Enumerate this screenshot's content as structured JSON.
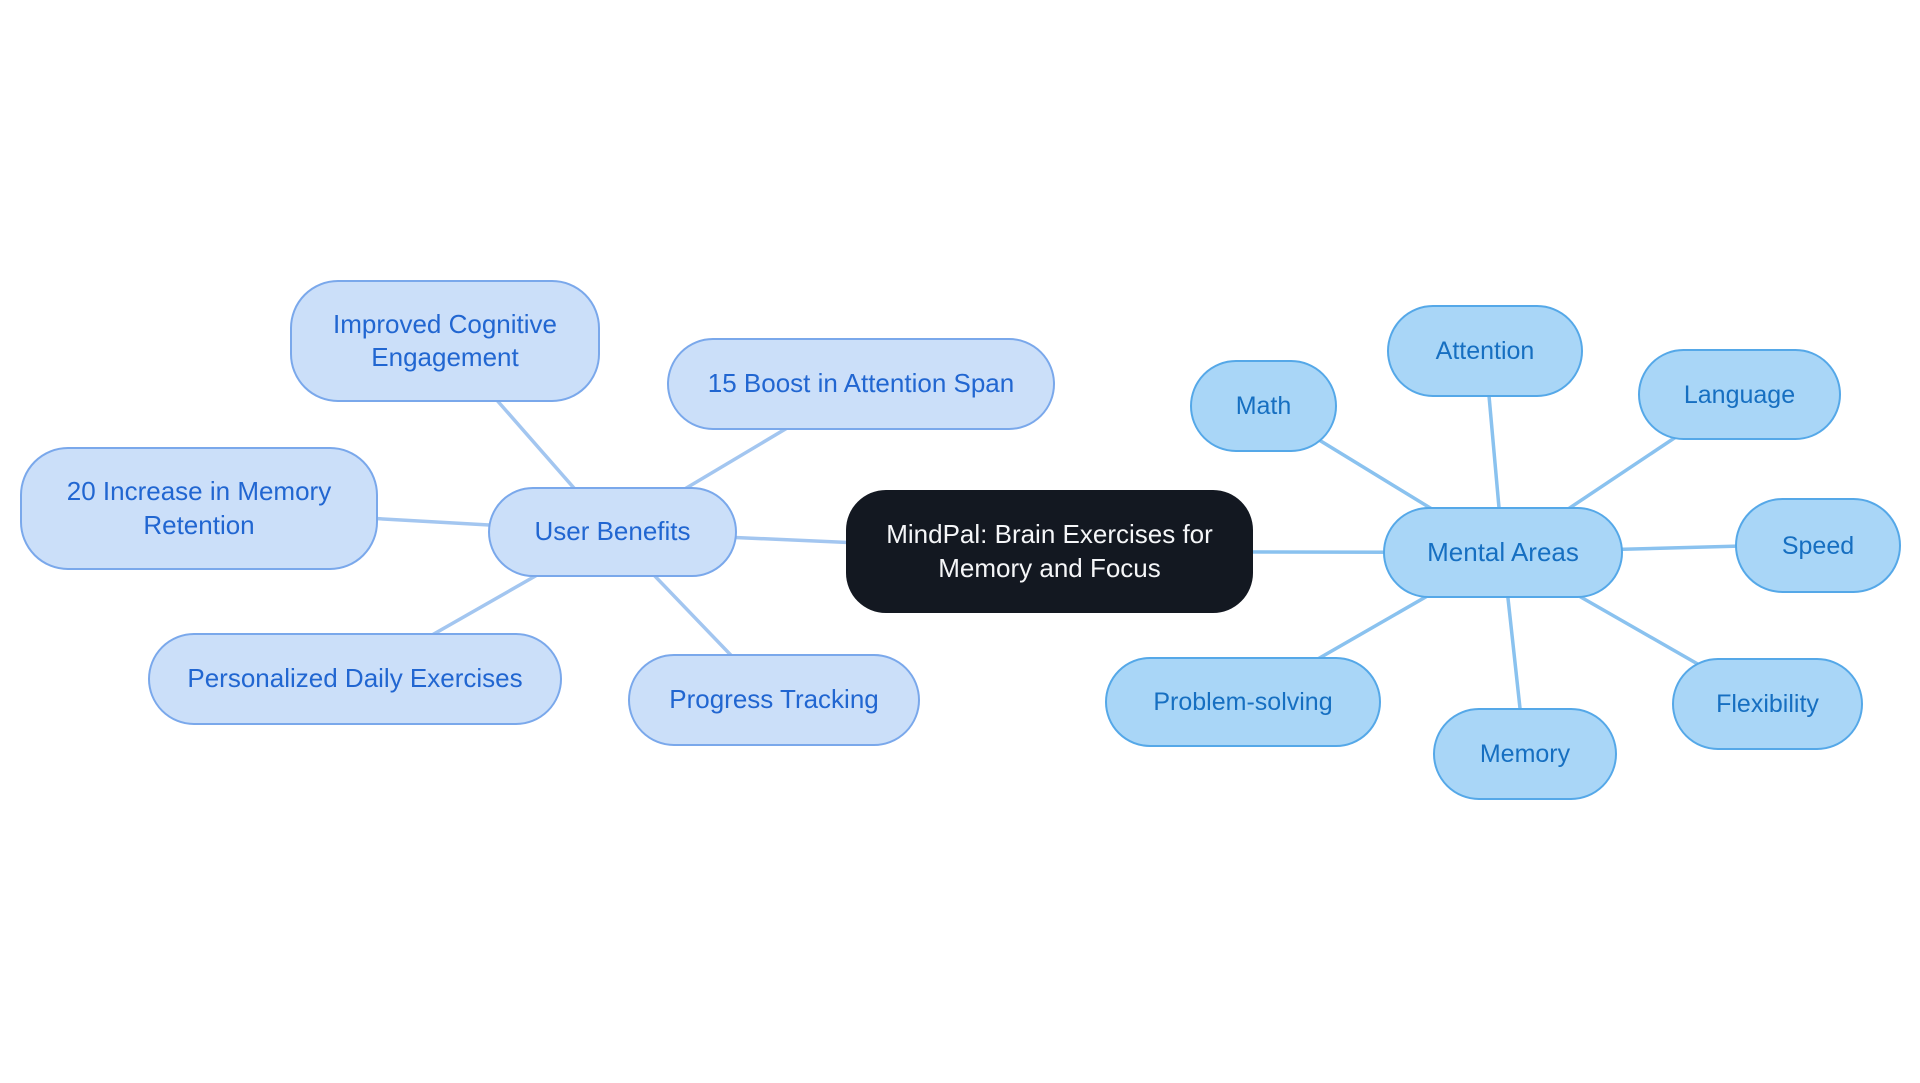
{
  "mindmap": {
    "root": {
      "label": "MindPal: Brain Exercises for Memory and Focus"
    },
    "branches": [
      {
        "label": "User Benefits",
        "side": "left",
        "children": [
          {
            "label": "Improved Cognitive Engagement"
          },
          {
            "label": "15 Boost in Attention Span"
          },
          {
            "label": "20 Increase in Memory Retention"
          },
          {
            "label": "Personalized Daily Exercises"
          },
          {
            "label": "Progress Tracking"
          }
        ]
      },
      {
        "label": "Mental Areas",
        "side": "right",
        "children": [
          {
            "label": "Math"
          },
          {
            "label": "Attention"
          },
          {
            "label": "Language"
          },
          {
            "label": "Speed"
          },
          {
            "label": "Flexibility"
          },
          {
            "label": "Memory"
          },
          {
            "label": "Problem-solving"
          }
        ]
      }
    ]
  },
  "theme": {
    "background": "#FFFFFF",
    "root_bg": "#131821",
    "root_text": "#F5F6F8",
    "left_fill": "#CBDFF9",
    "left_border": "#7AA8EB",
    "left_text": "#2166D1",
    "right_fill": "#A9D6F7",
    "right_border": "#55A8E8",
    "right_text": "#166FC1",
    "edge_left": "#A3C6F0",
    "edge_right": "#8AC2EF"
  }
}
